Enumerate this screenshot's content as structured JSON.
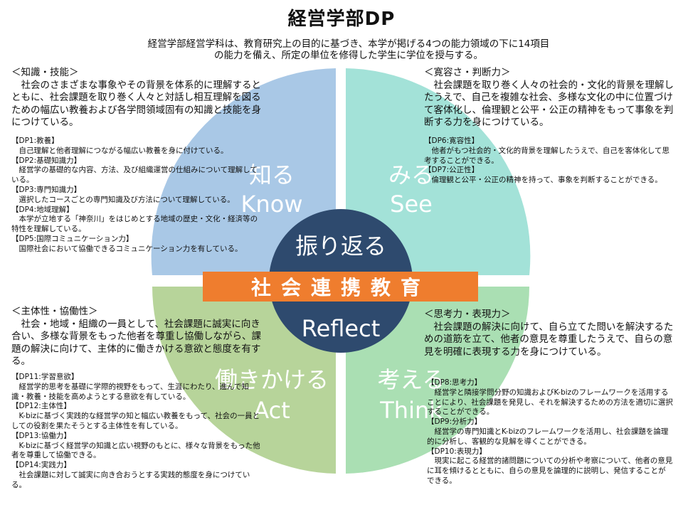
{
  "title": "経営学部DP",
  "intro": [
    "経営学部経営学科は、教育研究上の目的に基づき、本学が掲げる4つの能力領域の下に14項目",
    "の能力を備え、所定の単位を修得した学生に学位を授与する。"
  ],
  "colors": {
    "top_left": "#a9c8e6",
    "top_right": "#a3e2d8",
    "bottom_left": "#b7d49a",
    "bottom_right": "#aadfb3",
    "center": "#2e4a6e",
    "band": "#ef7d2e"
  },
  "quadrants": {
    "know": {
      "jp": "知る",
      "en": "Know"
    },
    "see": {
      "jp": "みる",
      "en": "See"
    },
    "act": {
      "jp": "働きかける",
      "en": "Act"
    },
    "think": {
      "jp": "考える",
      "en": "Think"
    }
  },
  "center": {
    "top": "振り返る",
    "bottom": "Reflect",
    "band": "社会連携教育"
  },
  "blocks": {
    "top_left": {
      "heading": "＜知識・技能＞",
      "body": "社会のさまざまな事象やその背景を体系的に理解するとともに、社会課題を取り巻く人々と対話し相互理解を図るための幅広い教養および各学問領域固有の知識と技能を身につけている。",
      "items": [
        {
          "title": "【DP1:教養】",
          "text": "自己理解と他者理解につながる幅広い教養を身に付けている。"
        },
        {
          "title": "【DP2:基礎知識力】",
          "text": "経営学の基礎的な内容、方法、及び組織運営の仕組みについて理解している。"
        },
        {
          "title": "【DP3:専門知識力】",
          "text": "選択したコースごとの専門知識及び方法について理解している。"
        },
        {
          "title": "【DP4:地域理解】",
          "text": "本学が立地する「神奈川」をはじめとする地域の歴史・文化・経済等の特性を理解している。"
        },
        {
          "title": "【DP5:国際コミュニケーション力】",
          "text": "国際社会において協働できるコミュニケーション力を有している。"
        }
      ]
    },
    "top_right": {
      "heading": "＜寛容さ・判断力＞",
      "body": "社会課題を取り巻く人々の社会的・文化的背景を理解したうえで、自己を複雑な社会、多様な文化の中に位置づけて客体化し、倫理観と公平・公正の精神をもって事象を判断する力を身につけている。",
      "items": [
        {
          "title": "【DP6:寛容性】",
          "text": "他者がもつ社会的・文化的背景を理解したうえで、自己を客体化して思考することができる。"
        },
        {
          "title": "【DP7:公正性】",
          "text": "倫理観と公平・公正の精神を持って、事象を判断することができる。"
        }
      ]
    },
    "bottom_left": {
      "heading": "＜主体性・協働性＞",
      "body": "社会・地域・組織の一員として、社会課題に誠実に向き合い、多様な背景をもった他者を尊重し協働しながら、課題の解決に向けて、主体的に働きかける意欲と態度を有する。",
      "items": [
        {
          "title": "【DP11:学習意欲】",
          "text": "経営学的思考を基礎に学際的視野をもって、生涯にわたり、進んで知識・教養・技能を高めようとする意欲を有している。"
        },
        {
          "title": "【DP12:主体性】",
          "text": "K-bizに基づく実践的な経営学の知と幅広い教養をもって、社会の一員としての役割を果たそうとする主体性を有している。"
        },
        {
          "title": "【DP13:協働力】",
          "text": "K-bizに基づく経営学の知識と広い視野のもとに、様々な背景をもった他者を尊重して協働できる。"
        },
        {
          "title": "【DP14:実践力】",
          "text": "社会課題に対して誠実に向き合おうとする実践的態度を身につけている。"
        }
      ]
    },
    "bottom_right": {
      "heading": "＜思考力・表現力＞",
      "body": "社会課題の解決に向けて、自ら立てた問いを解決するための道筋を立て、他者の意見を尊重したうえで、自らの意見を明確に表現する力を身につけている。",
      "items": [
        {
          "title": "【DP8:思考力】",
          "text": "経営学と隣接学問分野の知識およびK-bizのフレームワークを活用することにより、社会課題を発見し、それを解決するための方法を適切に選択することができる。"
        },
        {
          "title": "【DP9:分析力】",
          "text": "経営学の専門知識とK-bizのフレームワークを活用し、社会課題を論理的に分析し、客観的な見解を導くことができる。"
        },
        {
          "title": "【DP10:表現力】",
          "text": "現実に起こる経営的諸問題についての分析や考察について、他者の意見に耳を傾けるとともに、自らの意見を論理的に説明し、発信することができる。"
        }
      ]
    }
  }
}
